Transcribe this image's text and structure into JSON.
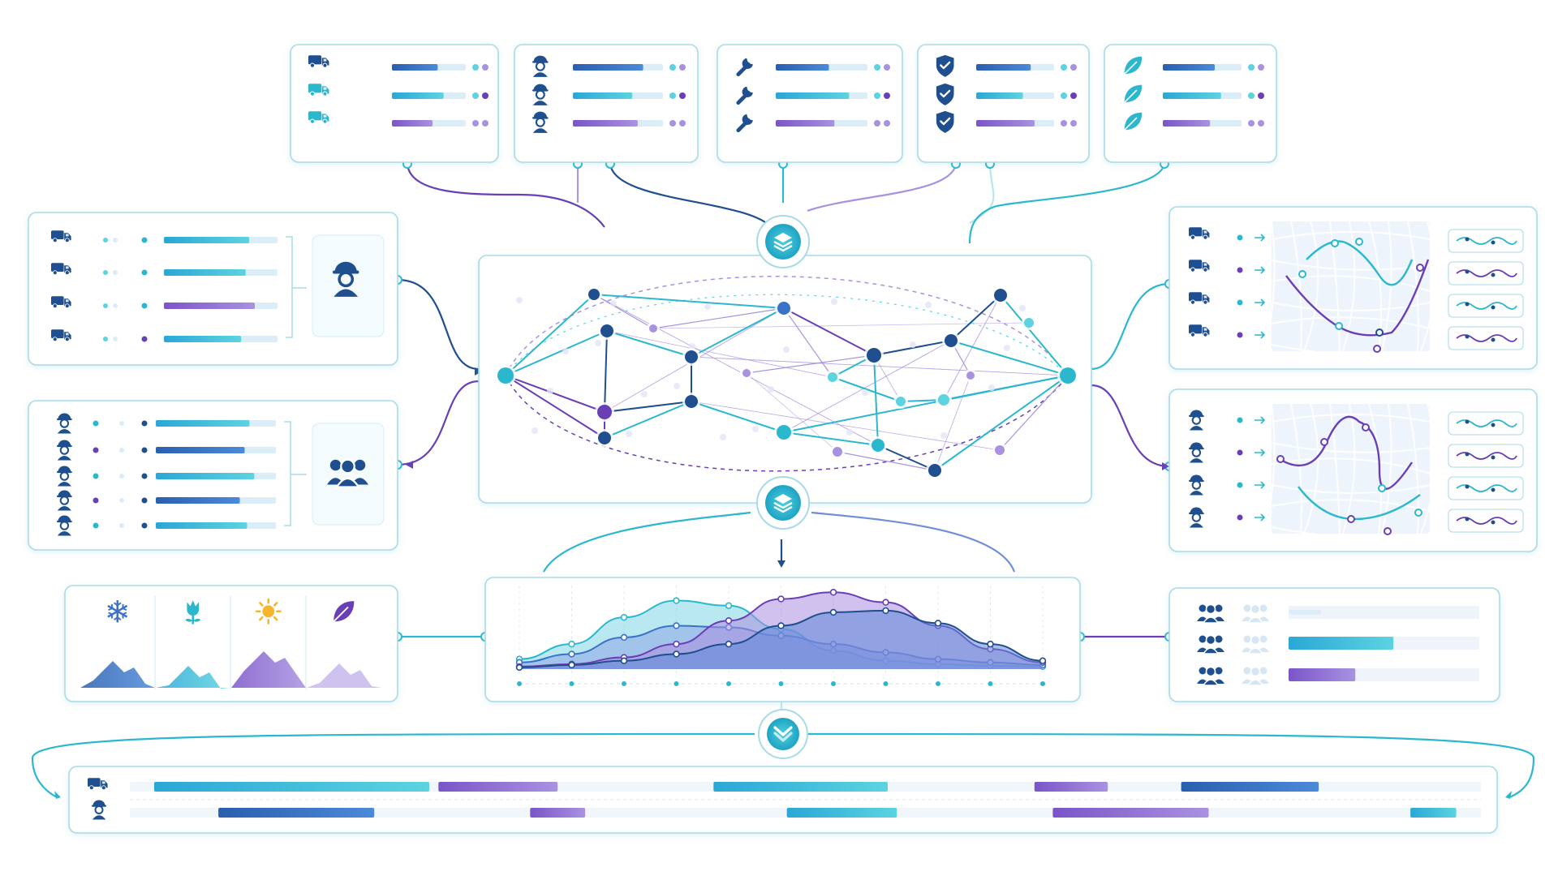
{
  "palette": {
    "navy": "#1f4f8f",
    "blue": "#3a72c9",
    "teal": "#2bb8cf",
    "cyan": "#5dd3e0",
    "purple": "#6a3fb5",
    "lavender": "#a892e0",
    "pale": "#dbeef7",
    "panel_border": "#a8dbe6",
    "sun": "#f7b52c"
  },
  "icons": {
    "hub_top": "layers-icon",
    "hub_mid": "layers-icon",
    "hub_bottom": "chevron-down-icon",
    "resources_panels": [
      "truck-icon",
      "worker-icon",
      "wrench-icon",
      "shield-check-icon",
      "leaf-icon"
    ],
    "fleet_panel": "truck-icon",
    "fleet_panel_summary": "worker-icon",
    "crew_panel": "worker-icon",
    "crew_panel_summary": "team-icon",
    "seasons": [
      "snowflake-icon",
      "flower-icon",
      "sun-icon",
      "leaf-icon"
    ],
    "groups_panel": "team-icon",
    "timeline_rows": [
      "truck-icon",
      "worker-icon"
    ]
  },
  "progress_levels": {
    "resources": [
      [
        0.62,
        0.7,
        0.55
      ],
      [
        0.78,
        0.66,
        0.72
      ],
      [
        0.58,
        0.8,
        0.64
      ],
      [
        0.7,
        0.6,
        0.75
      ],
      [
        0.66,
        0.74,
        0.6
      ]
    ],
    "fleet": [
      0.75,
      0.72,
      0.8,
      0.68
    ],
    "crew": [
      0.78,
      0.74,
      0.82,
      0.7,
      0.76
    ],
    "groups": [
      0.0,
      0.55,
      0.35
    ]
  },
  "season_levels": [
    0.55,
    0.45,
    0.75,
    0.5
  ],
  "chart_data": {
    "type": "area",
    "x": [
      0,
      1,
      2,
      3,
      4,
      5,
      6,
      7,
      8,
      9,
      10
    ],
    "series": [
      {
        "values": [
          12,
          30,
          62,
          82,
          76,
          48,
          22,
          10,
          6,
          4,
          3
        ]
      },
      {
        "values": [
          8,
          18,
          38,
          52,
          50,
          40,
          30,
          20,
          12,
          8,
          5
        ]
      },
      {
        "values": [
          3,
          6,
          14,
          30,
          58,
          84,
          92,
          80,
          52,
          24,
          8
        ]
      },
      {
        "values": [
          2,
          5,
          10,
          18,
          30,
          52,
          68,
          70,
          55,
          30,
          10
        ]
      }
    ],
    "ylim": [
      0,
      100
    ],
    "grid": true
  },
  "timeline": {
    "rows": [
      [
        [
          0.0,
          0.3,
          "cyan"
        ],
        [
          0.31,
          0.44,
          "purple"
        ],
        [
          0.61,
          0.8,
          "teal"
        ],
        [
          0.96,
          1.04,
          "lavender"
        ],
        [
          1.12,
          1.27,
          "blue"
        ]
      ],
      [
        [
          0.07,
          0.24,
          "blue"
        ],
        [
          0.41,
          0.47,
          "lavender"
        ],
        [
          0.69,
          0.81,
          "teal"
        ],
        [
          0.98,
          1.15,
          "lavender"
        ],
        [
          1.37,
          1.42,
          "cyan"
        ]
      ]
    ]
  }
}
